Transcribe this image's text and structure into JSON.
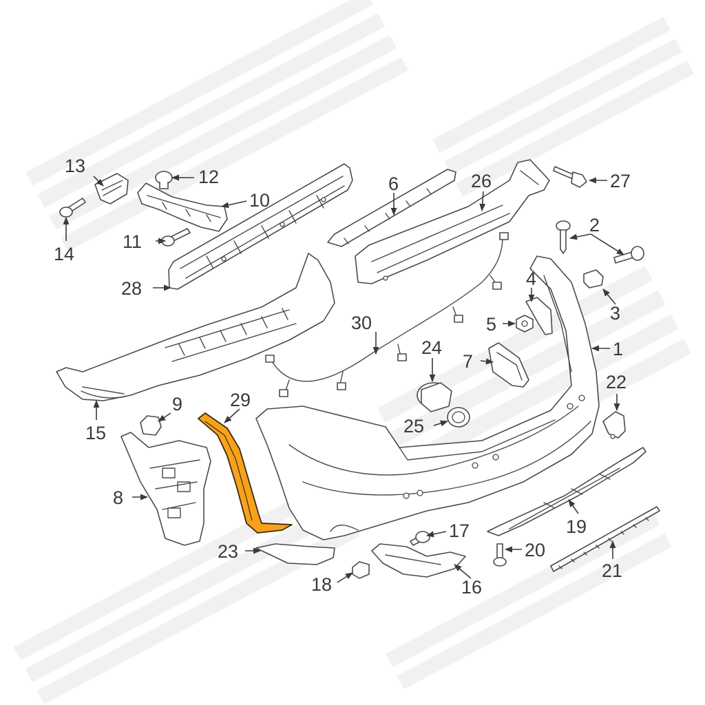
{
  "colors": {
    "highlight": "#f7a21b",
    "line": "#4a4a4a",
    "watermark": "#f1f1f1"
  },
  "parts": {
    "p1": "1",
    "p2": "2",
    "p3": "3",
    "p4": "4",
    "p5": "5",
    "p6": "6",
    "p7": "7",
    "p8": "8",
    "p9": "9",
    "p10": "10",
    "p11": "11",
    "p12": "12",
    "p13": "13",
    "p14": "14",
    "p15": "15",
    "p16": "16",
    "p17": "17",
    "p18": "18",
    "p19": "19",
    "p20": "20",
    "p21": "21",
    "p22": "22",
    "p23": "23",
    "p24": "24",
    "p25": "25",
    "p26": "26",
    "p27": "27",
    "p28": "28",
    "p29": "29",
    "p30": "30"
  },
  "highlighted_part": "29"
}
